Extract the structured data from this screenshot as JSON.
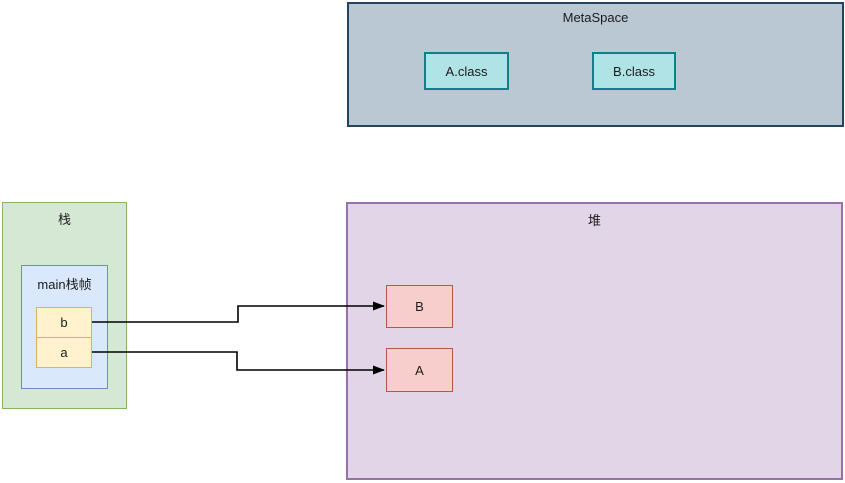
{
  "metaspace": {
    "label": "MetaSpace",
    "classes": [
      {
        "label": "A.class"
      },
      {
        "label": "B.class"
      }
    ]
  },
  "stack": {
    "label": "栈",
    "frame": {
      "label": "main栈帧",
      "variables": [
        {
          "label": "b"
        },
        {
          "label": "a"
        }
      ]
    }
  },
  "heap": {
    "label": "堆",
    "objects": [
      {
        "label": "B"
      },
      {
        "label": "A"
      }
    ]
  },
  "references": [
    {
      "from": "b",
      "to": "B"
    },
    {
      "from": "a",
      "to": "A"
    }
  ],
  "colors": {
    "background": "#ffffff",
    "metaspace_fill": "#bac8d3",
    "metaspace_stroke": "#23445d",
    "class_fill": "#b0e3e6",
    "class_stroke": "#0e8088",
    "stack_fill": "#d5e8d4",
    "stack_stroke": "#82b366",
    "frame_fill": "#dae8fc",
    "frame_stroke": "#6c8ebf",
    "variable_fill": "#fff2cc",
    "variable_stroke": "#d6b656",
    "heap_fill": "#e1d5e7",
    "heap_stroke": "#9673a6",
    "object_fill": "#f8cecc",
    "object_stroke": "#b85450",
    "arrow": "#000000",
    "text": "#1b1b1b"
  }
}
